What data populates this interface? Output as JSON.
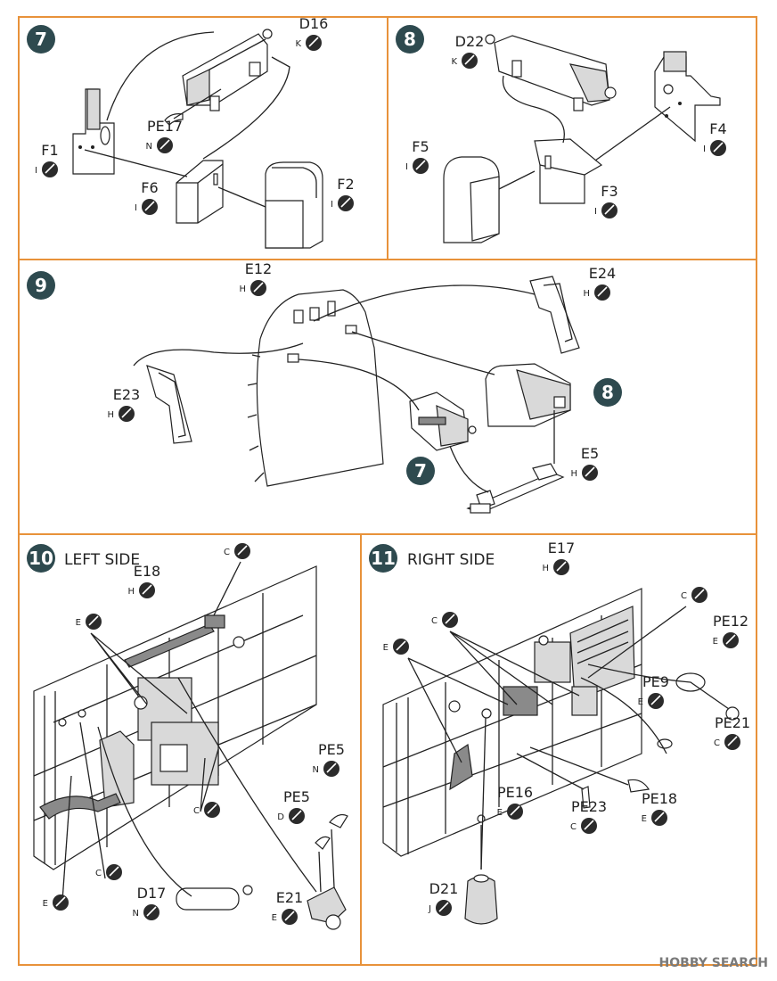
{
  "steps": {
    "s7": {
      "num": "7"
    },
    "s8": {
      "num": "8"
    },
    "s9": {
      "num": "9",
      "ref7": "7",
      "ref8": "8"
    },
    "s10": {
      "num": "10",
      "title": "LEFT SIDE"
    },
    "s11": {
      "num": "11",
      "title": "RIGHT SIDE"
    }
  },
  "parts": {
    "s7": [
      {
        "label": "D16",
        "paint": "K"
      },
      {
        "label": "PE17",
        "paint": "N"
      },
      {
        "label": "F1",
        "paint": "I"
      },
      {
        "label": "F6",
        "paint": "I"
      },
      {
        "label": "F2",
        "paint": "I"
      }
    ],
    "s8": [
      {
        "label": "D22",
        "paint": "K"
      },
      {
        "label": "F5",
        "paint": "I"
      },
      {
        "label": "F4",
        "paint": "I"
      },
      {
        "label": "F3",
        "paint": "I"
      }
    ],
    "s9": [
      {
        "label": "E12",
        "paint": "H"
      },
      {
        "label": "E24",
        "paint": "H"
      },
      {
        "label": "E23",
        "paint": "H"
      },
      {
        "label": "E5",
        "paint": "H"
      }
    ],
    "s10": [
      {
        "label": "",
        "paint": "C"
      },
      {
        "label": "E18",
        "paint": "H"
      },
      {
        "label": "",
        "paint": "E"
      },
      {
        "label": "PE5",
        "paint": "N"
      },
      {
        "label": "PE5",
        "paint": "D"
      },
      {
        "label": "",
        "paint": "C"
      },
      {
        "label": "",
        "paint": "C"
      },
      {
        "label": "",
        "paint": "E"
      },
      {
        "label": "D17",
        "paint": "N"
      },
      {
        "label": "E21",
        "paint": "E"
      }
    ],
    "s11": [
      {
        "label": "E17",
        "paint": "H"
      },
      {
        "label": "",
        "paint": "C"
      },
      {
        "label": "",
        "paint": "C"
      },
      {
        "label": "",
        "paint": "E"
      },
      {
        "label": "PE12",
        "paint": "E"
      },
      {
        "label": "PE9",
        "paint": "E"
      },
      {
        "label": "PE21",
        "paint": "C"
      },
      {
        "label": "PE16",
        "paint": "E"
      },
      {
        "label": "PE23",
        "paint": "C"
      },
      {
        "label": "PE18",
        "paint": "E"
      },
      {
        "label": "D21",
        "paint": "J"
      }
    ]
  },
  "watermark": "HOBBY SEARCH",
  "colors": {
    "border": "#e8923a",
    "step_badge": "#2e4a4f",
    "paint_dot": "#2b2b2b"
  }
}
